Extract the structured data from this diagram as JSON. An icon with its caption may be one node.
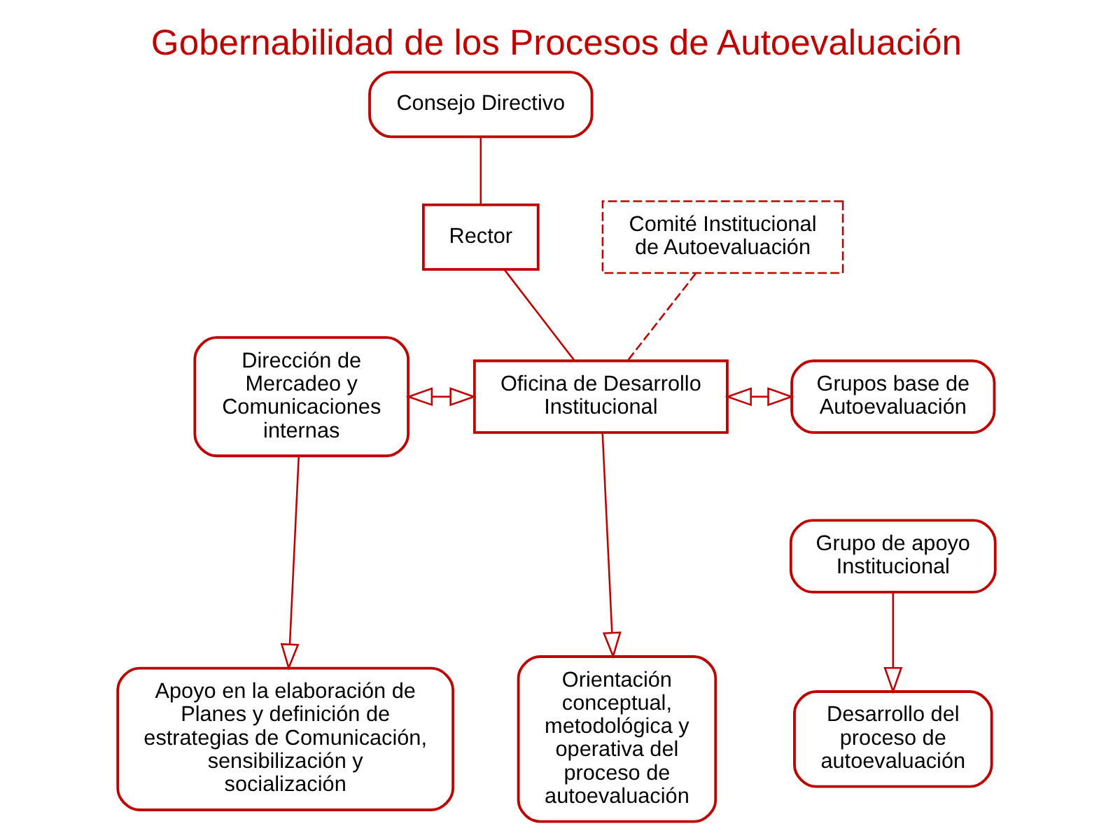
{
  "diagram": {
    "title": "Gobernabilidad de los Procesos de Autoevaluación",
    "nodes": [
      {
        "text": [
          "Consejo Directivo"
        ]
      },
      {
        "text": [
          "Rector"
        ]
      },
      {
        "text": [
          "Comité Institucional de Autoevaluación"
        ]
      },
      {
        "text": [
          "Dirección de Mercadeo y Comunicaciones internas"
        ]
      },
      {
        "text": [
          "Oficina de Desarrollo Institucional"
        ]
      },
      {
        "text": [
          "Grupos base de Autoevaluación"
        ]
      },
      {
        "text": [
          "Grupo de apoyo Institucional"
        ]
      },
      {
        "text": [
          "Apoyo en la elaboración de Planes y definición de estrategias de Comunicación, sensibilización y socialización"
        ]
      },
      {
        "text": [
          "Orientación conceptual, metodológica y operativa del proceso de autoevaluación"
        ]
      },
      {
        "text": [
          "Desarrollo del proceso de autoevaluación"
        ]
      }
    ],
    "edges": [
      {
        "from": 0,
        "to": 1,
        "arrow": "none"
      },
      {
        "from": 1,
        "to": 4,
        "arrow": "none"
      },
      {
        "from": 2,
        "to": 4,
        "arrow": "none",
        "style": "dashed"
      },
      {
        "from": 3,
        "to": 4,
        "arrow": "both"
      },
      {
        "from": 4,
        "to": 5,
        "arrow": "both"
      },
      {
        "from": 3,
        "to": 7,
        "arrow": "to"
      },
      {
        "from": 4,
        "to": 8,
        "arrow": "to"
      },
      {
        "from": 6,
        "to": 9,
        "arrow": "to"
      }
    ]
  }
}
